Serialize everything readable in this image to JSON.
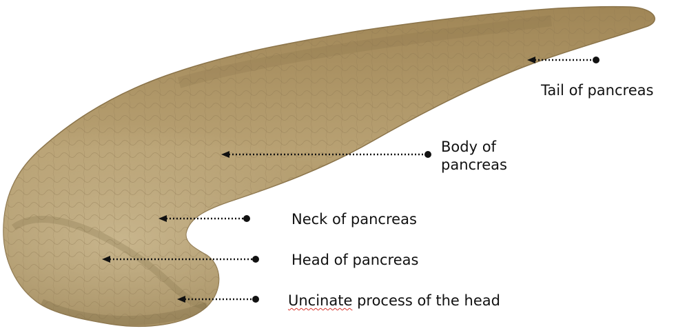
{
  "diagram": {
    "organ": "pancreas",
    "colors": {
      "organ_fill": "#b39a6b",
      "organ_shadow": "#7d6a45",
      "organ_highlight": "#d2c09b",
      "pointer": "#111111",
      "spellcheck_underline": "#d9342b"
    },
    "labels": {
      "tail": "Tail of pancreas",
      "body": "Body of\npancreas",
      "neck": "Neck of pancreas",
      "head": "Head of pancreas",
      "uncinate_word": "Uncinate",
      "uncinate_rest": " process of the head"
    }
  }
}
